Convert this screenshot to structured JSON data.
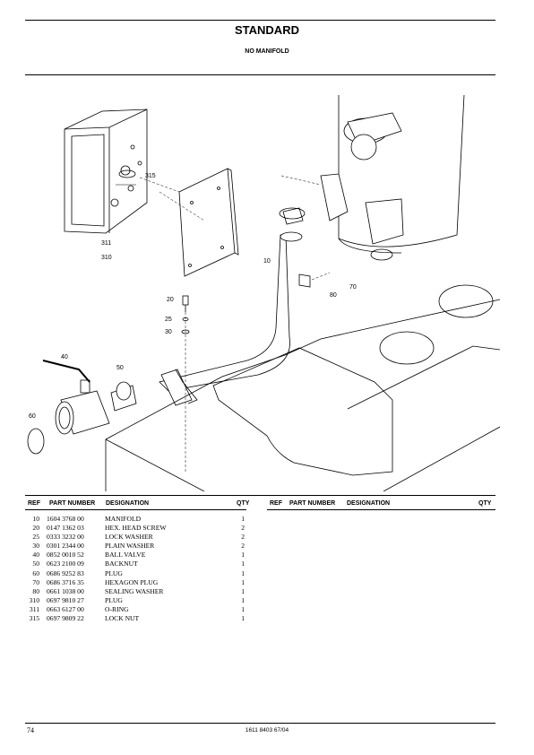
{
  "header": {
    "title": "STANDARD",
    "subtitle": "NO MANIFOLD"
  },
  "figure": {
    "callouts": [
      "315",
      "311",
      "310",
      "10",
      "80",
      "70",
      "20",
      "25",
      "30",
      "40",
      "50",
      "60"
    ]
  },
  "columns": {
    "ref": "REF",
    "part_number": "PART NUMBER",
    "designation": "DESIGNATION",
    "qty": "QTY"
  },
  "parts": [
    {
      "ref": "10",
      "pn": "1604 3768 00",
      "des": "MANIFOLD",
      "qty": "1"
    },
    {
      "ref": "20",
      "pn": "0147 1362 03",
      "des": "HEX. HEAD SCREW",
      "qty": "2"
    },
    {
      "ref": "25",
      "pn": "0333 3232 00",
      "des": "LOCK WASHER",
      "qty": "2"
    },
    {
      "ref": "30",
      "pn": "0301 2344 00",
      "des": "PLAIN WASHER",
      "qty": "2"
    },
    {
      "ref": "40",
      "pn": "0852 0010 52",
      "des": "BALL VALVE",
      "qty": "1"
    },
    {
      "ref": "50",
      "pn": "0623 2100 09",
      "des": "BACKNUT",
      "qty": "1"
    },
    {
      "ref": "60",
      "pn": "0686 9252 83",
      "des": "PLUG",
      "qty": "1"
    },
    {
      "ref": "70",
      "pn": "0686 3716 35",
      "des": "HEXAGON PLUG",
      "qty": "1"
    },
    {
      "ref": "80",
      "pn": "0661 1038 00",
      "des": "SEALING WASHER",
      "qty": "1"
    },
    {
      "ref": "310",
      "pn": "0697 9810 27",
      "des": "PLUG",
      "qty": "1"
    },
    {
      "ref": "311",
      "pn": "0663 6127 00",
      "des": "O-RING",
      "qty": "1"
    },
    {
      "ref": "315",
      "pn": "0697 9809 22",
      "des": "LOCK NUT",
      "qty": "1"
    }
  ],
  "footer": {
    "page_number": "74",
    "doc_number": "1611 8403 67/04"
  }
}
